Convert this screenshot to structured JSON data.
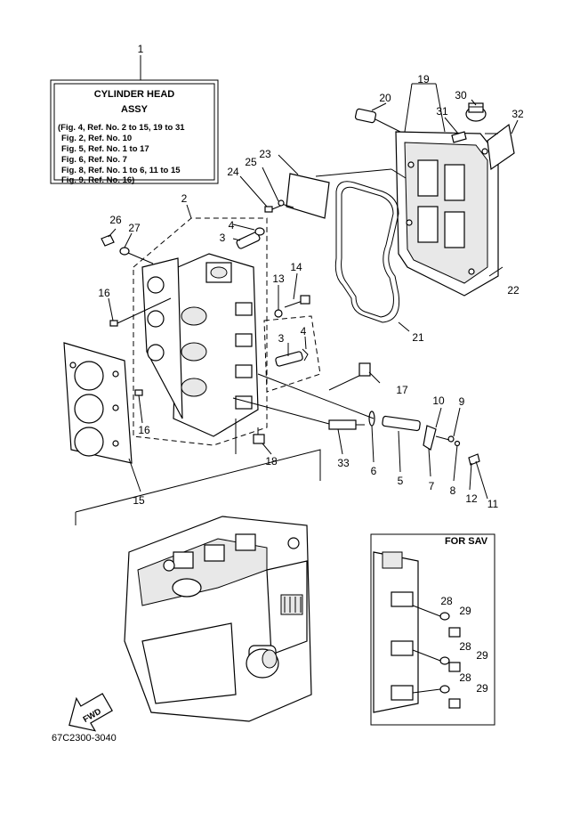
{
  "info_box": {
    "title": "CYLINDER HEAD",
    "subtitle": "ASSY",
    "lines": [
      "(Fig. 4, Ref. No. 2 to 15, 19 to 31",
      "Fig. 2, Ref. No. 10",
      "Fig. 5, Ref. No. 1 to 17",
      "Fig. 6, Ref. No. 7",
      "Fig. 8, Ref. No. 1 to 6, 11 to 15",
      "Fig. 9, Ref. No. 16)"
    ]
  },
  "callouts": [
    "1",
    "2",
    "3",
    "4",
    "3",
    "4",
    "5",
    "6",
    "7",
    "8",
    "9",
    "10",
    "11",
    "12",
    "13",
    "14",
    "15",
    "16",
    "16",
    "17",
    "18",
    "19",
    "20",
    "21",
    "22",
    "23",
    "24",
    "25",
    "26",
    "27",
    "30",
    "31",
    "32",
    "33"
  ],
  "sav_box": {
    "title": "FOR SAV",
    "callouts": [
      "28",
      "29",
      "28",
      "29",
      "28",
      "29"
    ]
  },
  "fwd_label": "FWD",
  "diagram_code": "67C2300-3040"
}
